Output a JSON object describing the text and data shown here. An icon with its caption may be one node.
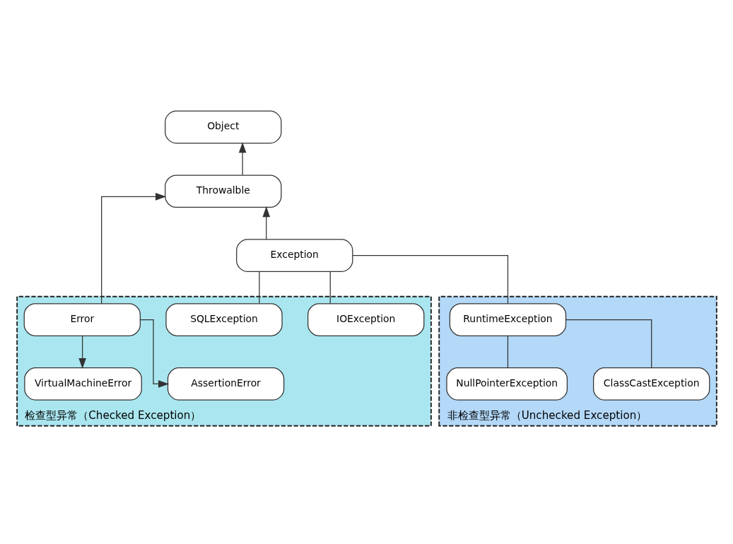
{
  "diagram": {
    "nodes": [
      {
        "text": [
          "Object"
        ]
      },
      {
        "text": [
          "Throwalble"
        ]
      },
      {
        "text": [
          "Exception"
        ]
      },
      {
        "text": [
          "检查型异常（Checked Exception）"
        ]
      },
      {
        "text": [
          "IOException"
        ],
        "in": 3
      },
      {
        "text": [
          "SQLException"
        ],
        "in": 3
      },
      {
        "text": [
          "Error"
        ],
        "in": 3
      },
      {
        "text": [
          "VirtualMachineError"
        ],
        "in": 3
      },
      {
        "text": [
          "AssertionError"
        ],
        "in": 3
      },
      {
        "text": [
          "非检查型异常（Unchecked Exception）"
        ]
      },
      {
        "text": [
          "RuntimeException"
        ],
        "in": 9
      },
      {
        "text": [
          "NullPointerException"
        ],
        "in": 9
      },
      {
        "text": [
          "ClassCastException"
        ],
        "in": 9
      }
    ],
    "edges": [
      {
        "from": 1,
        "to": 0,
        "arrow": "to"
      },
      {
        "from": 2,
        "to": 1,
        "arrow": "to"
      },
      {
        "from": 6,
        "to": 1,
        "arrow": "to"
      },
      {
        "from": 2,
        "to": 4,
        "arrow": "none"
      },
      {
        "from": 2,
        "to": 5,
        "arrow": "none"
      },
      {
        "from": 2,
        "to": 10,
        "arrow": "none"
      },
      {
        "from": 6,
        "to": 7,
        "arrow": "to"
      },
      {
        "from": 6,
        "to": 8,
        "arrow": "to"
      },
      {
        "from": 10,
        "to": 11,
        "arrow": "none"
      },
      {
        "from": 10,
        "to": 12,
        "arrow": "none"
      }
    ]
  }
}
